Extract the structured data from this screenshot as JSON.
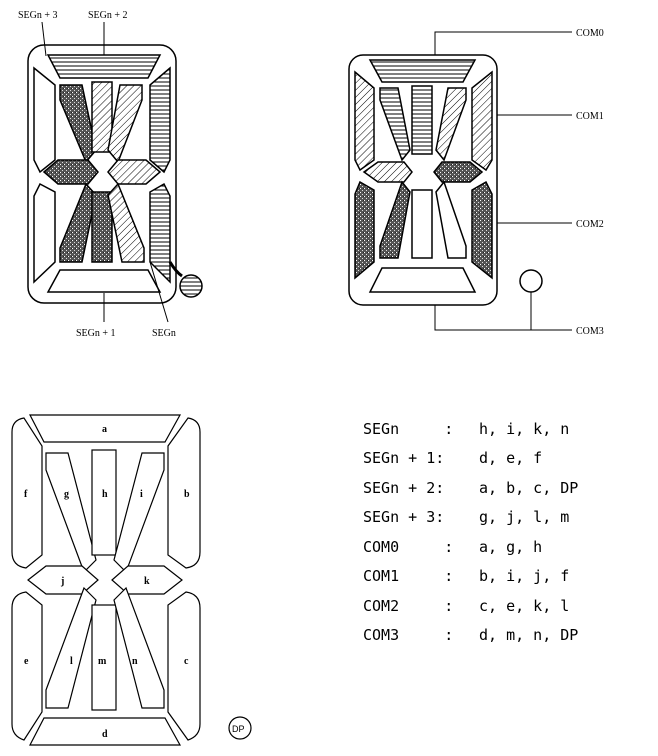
{
  "top_left": {
    "labels": {
      "seg_n3": "SEGn + 3",
      "seg_n2": "SEGn + 2",
      "seg_n1": "SEGn + 1",
      "seg_n": "SEGn"
    }
  },
  "top_right": {
    "labels": {
      "com0": "COM0",
      "com1": "COM1",
      "com2": "COM2",
      "com3": "COM3"
    }
  },
  "segment_map": {
    "letters": {
      "a": "a",
      "b": "b",
      "c": "c",
      "d": "d",
      "e": "e",
      "f": "f",
      "g": "g",
      "h": "h",
      "i": "i",
      "j": "j",
      "k": "k",
      "l": "l",
      "m": "m",
      "n": "n"
    },
    "dp": "DP"
  },
  "legend": {
    "rows": [
      {
        "key": "SEGn     :",
        "value": "h, i, k, n"
      },
      {
        "key": "SEGn + 1:",
        "value": "d, e, f"
      },
      {
        "key": "SEGn + 2:",
        "value": "a, b, c, DP"
      },
      {
        "key": "SEGn + 3:",
        "value": "g, j, l, m"
      },
      {
        "key": "COM0     :",
        "value": "a, g, h"
      },
      {
        "key": "COM1     :",
        "value": "b, i, j, f"
      },
      {
        "key": "COM2     :",
        "value": "c, e, k, l"
      },
      {
        "key": "COM3     :",
        "value": "d, m, n, DP"
      }
    ]
  }
}
